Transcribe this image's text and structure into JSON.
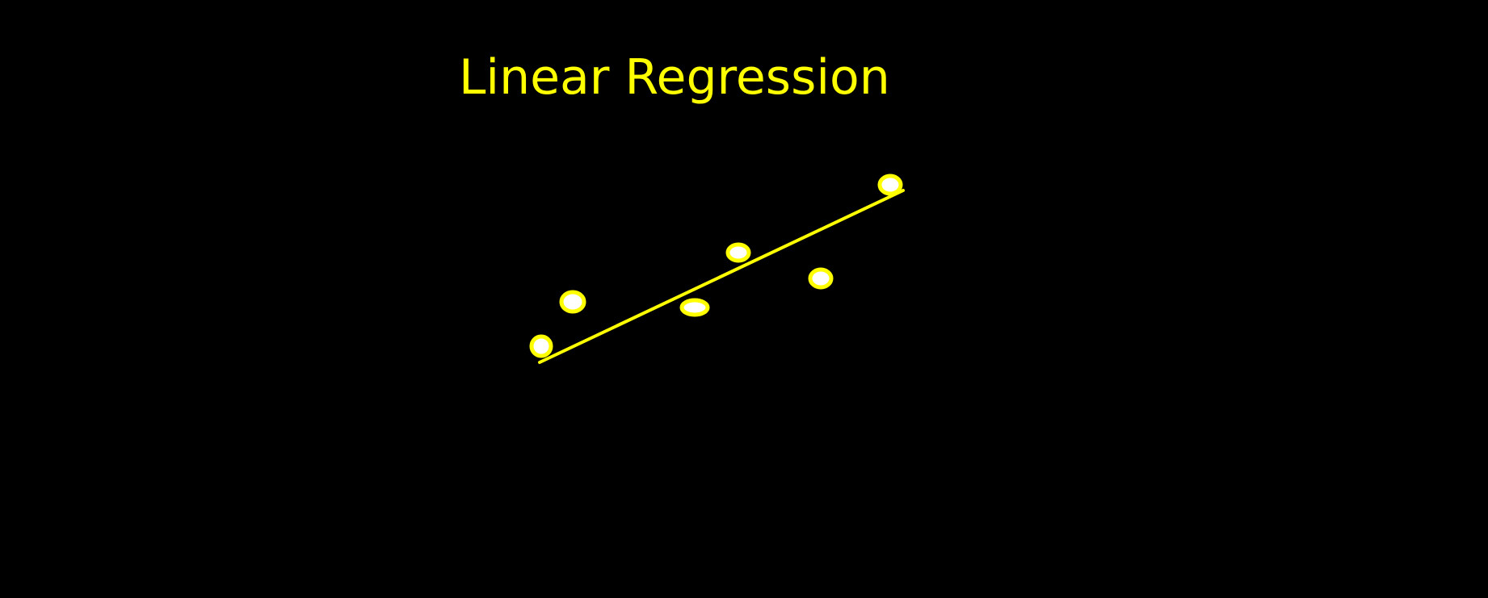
{
  "slide": {
    "title": "Linear Regression"
  },
  "style": {
    "background": "#000000",
    "accent": "#ffff00",
    "point_fill": "#ffffff"
  },
  "diagram": {
    "type": "scatter with fitted line",
    "point_count": 6,
    "regression_line": true
  }
}
